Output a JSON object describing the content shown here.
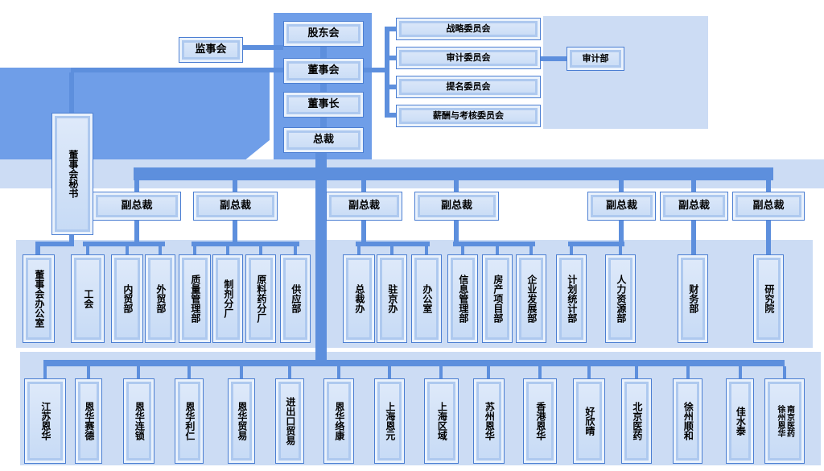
{
  "org": {
    "shareholders": "股东会",
    "supervisory_board": "监事会",
    "board": "董事会",
    "chairman": "董事长",
    "president": "总裁",
    "board_secretary": "董事会秘书",
    "audit_dept": "审计部",
    "committees": [
      "战略委员会",
      "审计委员会",
      "提名委员会",
      "薪酬与考核委员会"
    ],
    "vice_presidents": [
      "副总裁",
      "副总裁",
      "副总裁",
      "副总裁",
      "副总裁",
      "副总裁",
      "副总裁"
    ],
    "departments": [
      "董事会办公室",
      "工会",
      "内贸部",
      "外贸部",
      "质量管理部",
      "制剂分厂",
      "原料药分厂",
      "供应部",
      "总裁办",
      "驻京办",
      "办公室",
      "信息管理部",
      "房产项目部",
      "企业发展部",
      "计划统计部",
      "人力资源部",
      "财务部",
      "研究院"
    ],
    "subsidiaries": [
      "江苏恩华",
      "恩华赛德",
      "恩华连锁",
      "恩华利仁",
      "恩华贸易",
      "进出口贸易",
      "恩华络康",
      "上海恩元",
      "上海区域",
      "苏州恩华",
      "香港恩华",
      "好欣晴",
      "北京医药",
      "徐州顺和",
      "佳水泰",
      "南京医药\n徐州恩华"
    ]
  },
  "colors": {
    "ribbon_blue": "#5d8fdd",
    "panel_blue": "#6f9ee8",
    "band_light": "#ccdcf4",
    "box_fill": "#c6daf5",
    "box_border": "#4b7ed2",
    "text": "#000000",
    "background": "#ffffff"
  }
}
